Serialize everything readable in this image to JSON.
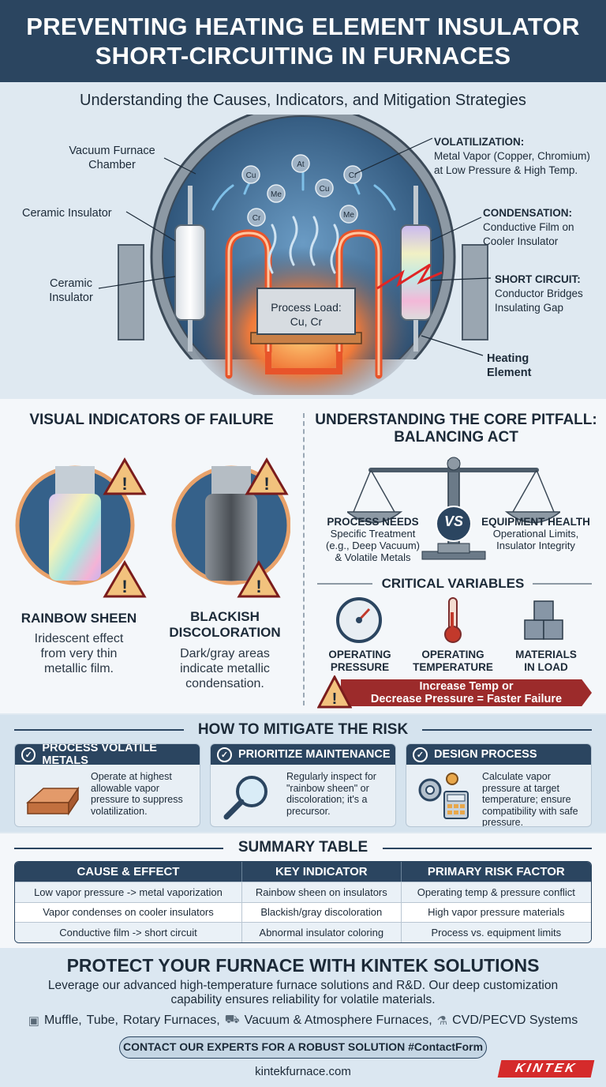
{
  "header": {
    "title_line1": "PREVENTING HEATING ELEMENT INSULATOR",
    "title_line2": "SHORT-CIRCUITING IN FURNACES",
    "subtitle": "Understanding the Causes, Indicators, and Mitigation Strategies"
  },
  "diagram": {
    "chamber": [
      "Vacuum Furnace",
      "Chamber"
    ],
    "ceramic_top": "Ceramic Insulator",
    "ceramic_side": [
      "Ceramic",
      "Insulator"
    ],
    "volatilization_title": "VOLATILIZATION:",
    "volatilization_desc": [
      "Metal Vapor (Copper, Chromium)",
      "at Low Pressure & High Temp."
    ],
    "condensation_title": "CONDENSATION:",
    "condensation_desc": [
      "Conductive Film on",
      "Cooler Insulator"
    ],
    "short_title": "SHORT CIRCUIT:",
    "short_desc": [
      "Conductor Bridges",
      "Insulating Gap"
    ],
    "heating": [
      "Heating",
      "Element"
    ],
    "load": [
      "Process Load:",
      "Cu, Cr"
    ],
    "vapor_atoms": [
      "Cu",
      "At",
      "Cr",
      "Me",
      "Cu",
      "Cr",
      "Me"
    ]
  },
  "indicators": {
    "title": "VISUAL INDICATORS OF FAILURE",
    "rainbow_name": "RAINBOW SHEEN",
    "rainbow_desc": [
      "Iridescent effect",
      "from very thin",
      "metallic film."
    ],
    "black_name": [
      "BLACKISH",
      "DISCOLORATION"
    ],
    "black_desc": [
      "Dark/gray areas",
      "indicate metallic",
      "condensation."
    ]
  },
  "pitfall": {
    "title_line1": "UNDERSTANDING THE CORE PITFALL:",
    "title_line2": "BALANCING ACT",
    "left_title": "PROCESS NEEDS",
    "left_desc": [
      "Specific Treatment",
      "(e.g., Deep Vacuum)",
      "& Volatile Metals"
    ],
    "vs": "VS",
    "right_title": "EQUIPMENT HEALTH",
    "right_desc": [
      "Operational Limits,",
      "Insulator Integrity"
    ],
    "variables_title": "CRITICAL VARIABLES",
    "var1": [
      "OPERATING",
      "PRESSURE"
    ],
    "var2": [
      "OPERATING",
      "TEMPERATURE"
    ],
    "var3": [
      "MATERIALS",
      "IN LOAD"
    ],
    "warning": [
      "Increase Temp or",
      "Decrease Pressure = Faster Failure"
    ]
  },
  "mitigate": {
    "title": "HOW TO MITIGATE THE RISK",
    "cards": [
      {
        "title": "PROCESS VOLATILE METALS",
        "body": "Operate at highest allowable vapor pressure to suppress volatilization."
      },
      {
        "title": "PRIORITIZE MAINTENANCE",
        "body": "Regularly inspect for \"rainbow sheen\" or discoloration; it's a precursor."
      },
      {
        "title": "DESIGN PROCESS",
        "body": "Calculate vapor pressure at target temperature; ensure compatibility with safe pressure."
      }
    ]
  },
  "summary": {
    "title": "SUMMARY TABLE",
    "headers": [
      "CAUSE & EFFECT",
      "KEY INDICATOR",
      "PRIMARY RISK FACTOR"
    ],
    "rows": [
      [
        "Low vapor pressure -> metal vaporization",
        "Rainbow sheen on insulators",
        "Operating temp & pressure conflict"
      ],
      [
        "Vapor condenses on cooler insulators",
        "Blackish/gray discoloration",
        "High vapor pressure materials"
      ],
      [
        "Conductive film -> short circuit",
        "Abnormal insulator coloring",
        "Process vs. equipment limits"
      ]
    ]
  },
  "footer": {
    "title": "PROTECT YOUR FURNACE WITH KINTEK SOLUTIONS",
    "desc_line1": "Leverage our advanced high-temperature furnace solutions and R&D. Our deep customization",
    "desc_line2": "capability ensures reliability for volatile materials.",
    "products": [
      "Muffle,",
      "Tube,",
      "Rotary Furnaces,",
      "Vacuum & Atmosphere Furnaces,",
      "CVD/PECVD Systems"
    ],
    "cta": "CONTACT OUR EXPERTS FOR A ROBUST SOLUTION #ContactForm",
    "site": "kintekfurnace.com",
    "logo": "KINTEK"
  },
  "colors": {
    "navy": "#2b4560",
    "alert_red": "#9c2b2b",
    "brand_red": "#d52b2b",
    "heat_orange": "#e8542a"
  }
}
